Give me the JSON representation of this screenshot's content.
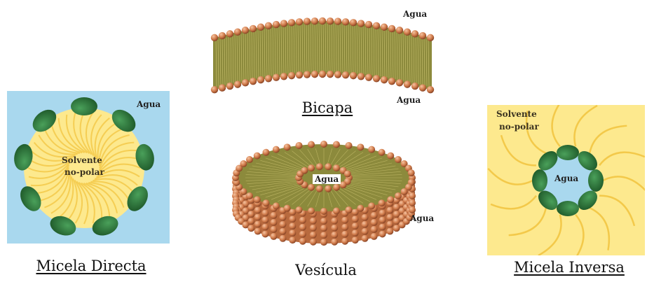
{
  "colors": {
    "water": "#a9d8ee",
    "nonpolar_solvent": "#fde98e",
    "tail_yellow": "#f3c94a",
    "head_green": "#2f7a3e",
    "head_orange": "#cf7a4a",
    "bilayer_core": "#8c8a3c"
  },
  "labels": {
    "bilayer_water_top": "Agua",
    "bilayer_water_bottom": "Agua",
    "bilayer_caption": "Bicapa",
    "direct_water": "Agua",
    "direct_solvent_line1": "Solvente",
    "direct_solvent_line2": "no-polar",
    "direct_caption": "Micela Directa",
    "vesicle_water_inner": "Agua",
    "vesicle_water_outer": "Agua",
    "vesicle_caption": "Vesícula",
    "inverse_solvent_line1": "Solvente",
    "inverse_solvent_line2": "no-polar",
    "inverse_water": "Agua",
    "inverse_caption": "Micela Inversa"
  }
}
